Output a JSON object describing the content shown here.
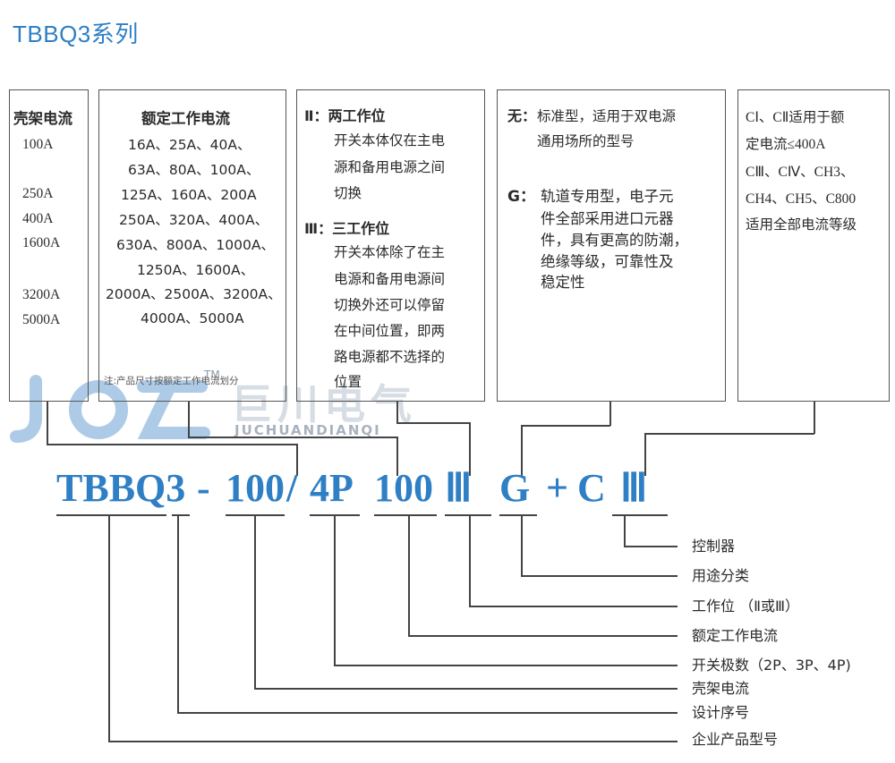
{
  "title": "TBBQ3系列",
  "frame_box": {
    "heading": "壳架电流",
    "values": [
      "100A",
      "250A",
      "400A",
      "1600A",
      "3200A",
      "5000A"
    ]
  },
  "current_box": {
    "heading": "额定工作电流",
    "lines": [
      "16A、25A、40A、",
      "63A、80A、100A、",
      "125A、160A、200A",
      "250A、320A、400A、",
      "630A、800A、1000A、",
      "1250A、1600A、",
      "2000A、2500A、3200A、",
      "4000A、5000A"
    ],
    "note": "注:产品尺寸按额定工作电流划分"
  },
  "position_box": {
    "ii_label": "Ⅱ：两工作位",
    "ii_lines": [
      "开关本体仅在主电",
      "源和备用电源之间",
      "切换"
    ],
    "iii_label": "Ⅲ：三工作位",
    "iii_lines": [
      "开关本体除了在主",
      "电源和备用电源间",
      "切换外还可以停留",
      "在中间位置，即两",
      "路电源都不选择的",
      "位置"
    ]
  },
  "use_box": {
    "none_label": "无：",
    "none_lines": [
      "标准型，适用于双电源",
      "通用场所的型号"
    ],
    "g_label": "G：",
    "g_lines": [
      "轨道专用型，电子元",
      "件全部采用进口元器",
      "件，具有更高的防潮，",
      "绝缘等级，可靠性及",
      "稳定性"
    ]
  },
  "controller_box": {
    "lines": [
      "CⅠ、CⅡ适用于额",
      "定电流≤400A",
      "CⅢ、CⅣ、CH3、",
      "CH4、CH5、C800",
      "适用全部电流等级"
    ]
  },
  "watermark": {
    "tm": "TM",
    "cn": "巨川电气",
    "en": "JUCHUANDIANQI"
  },
  "model_code": {
    "parts": [
      "TBBQ3",
      "-",
      "100",
      "/",
      "4P",
      "100",
      "Ⅲ",
      "G",
      "+",
      "C",
      "Ⅲ"
    ]
  },
  "legend": [
    "控制器",
    "用途分类",
    "工作位 （Ⅱ或Ⅲ）",
    "额定工作电流",
    "开关极数（2P、3P、4P)",
    "壳架电流",
    "设计序号",
    "企业产品型号"
  ],
  "colors": {
    "accent": "#2f7fc4",
    "line": "#444444",
    "watermark": "#b9c6d6"
  }
}
